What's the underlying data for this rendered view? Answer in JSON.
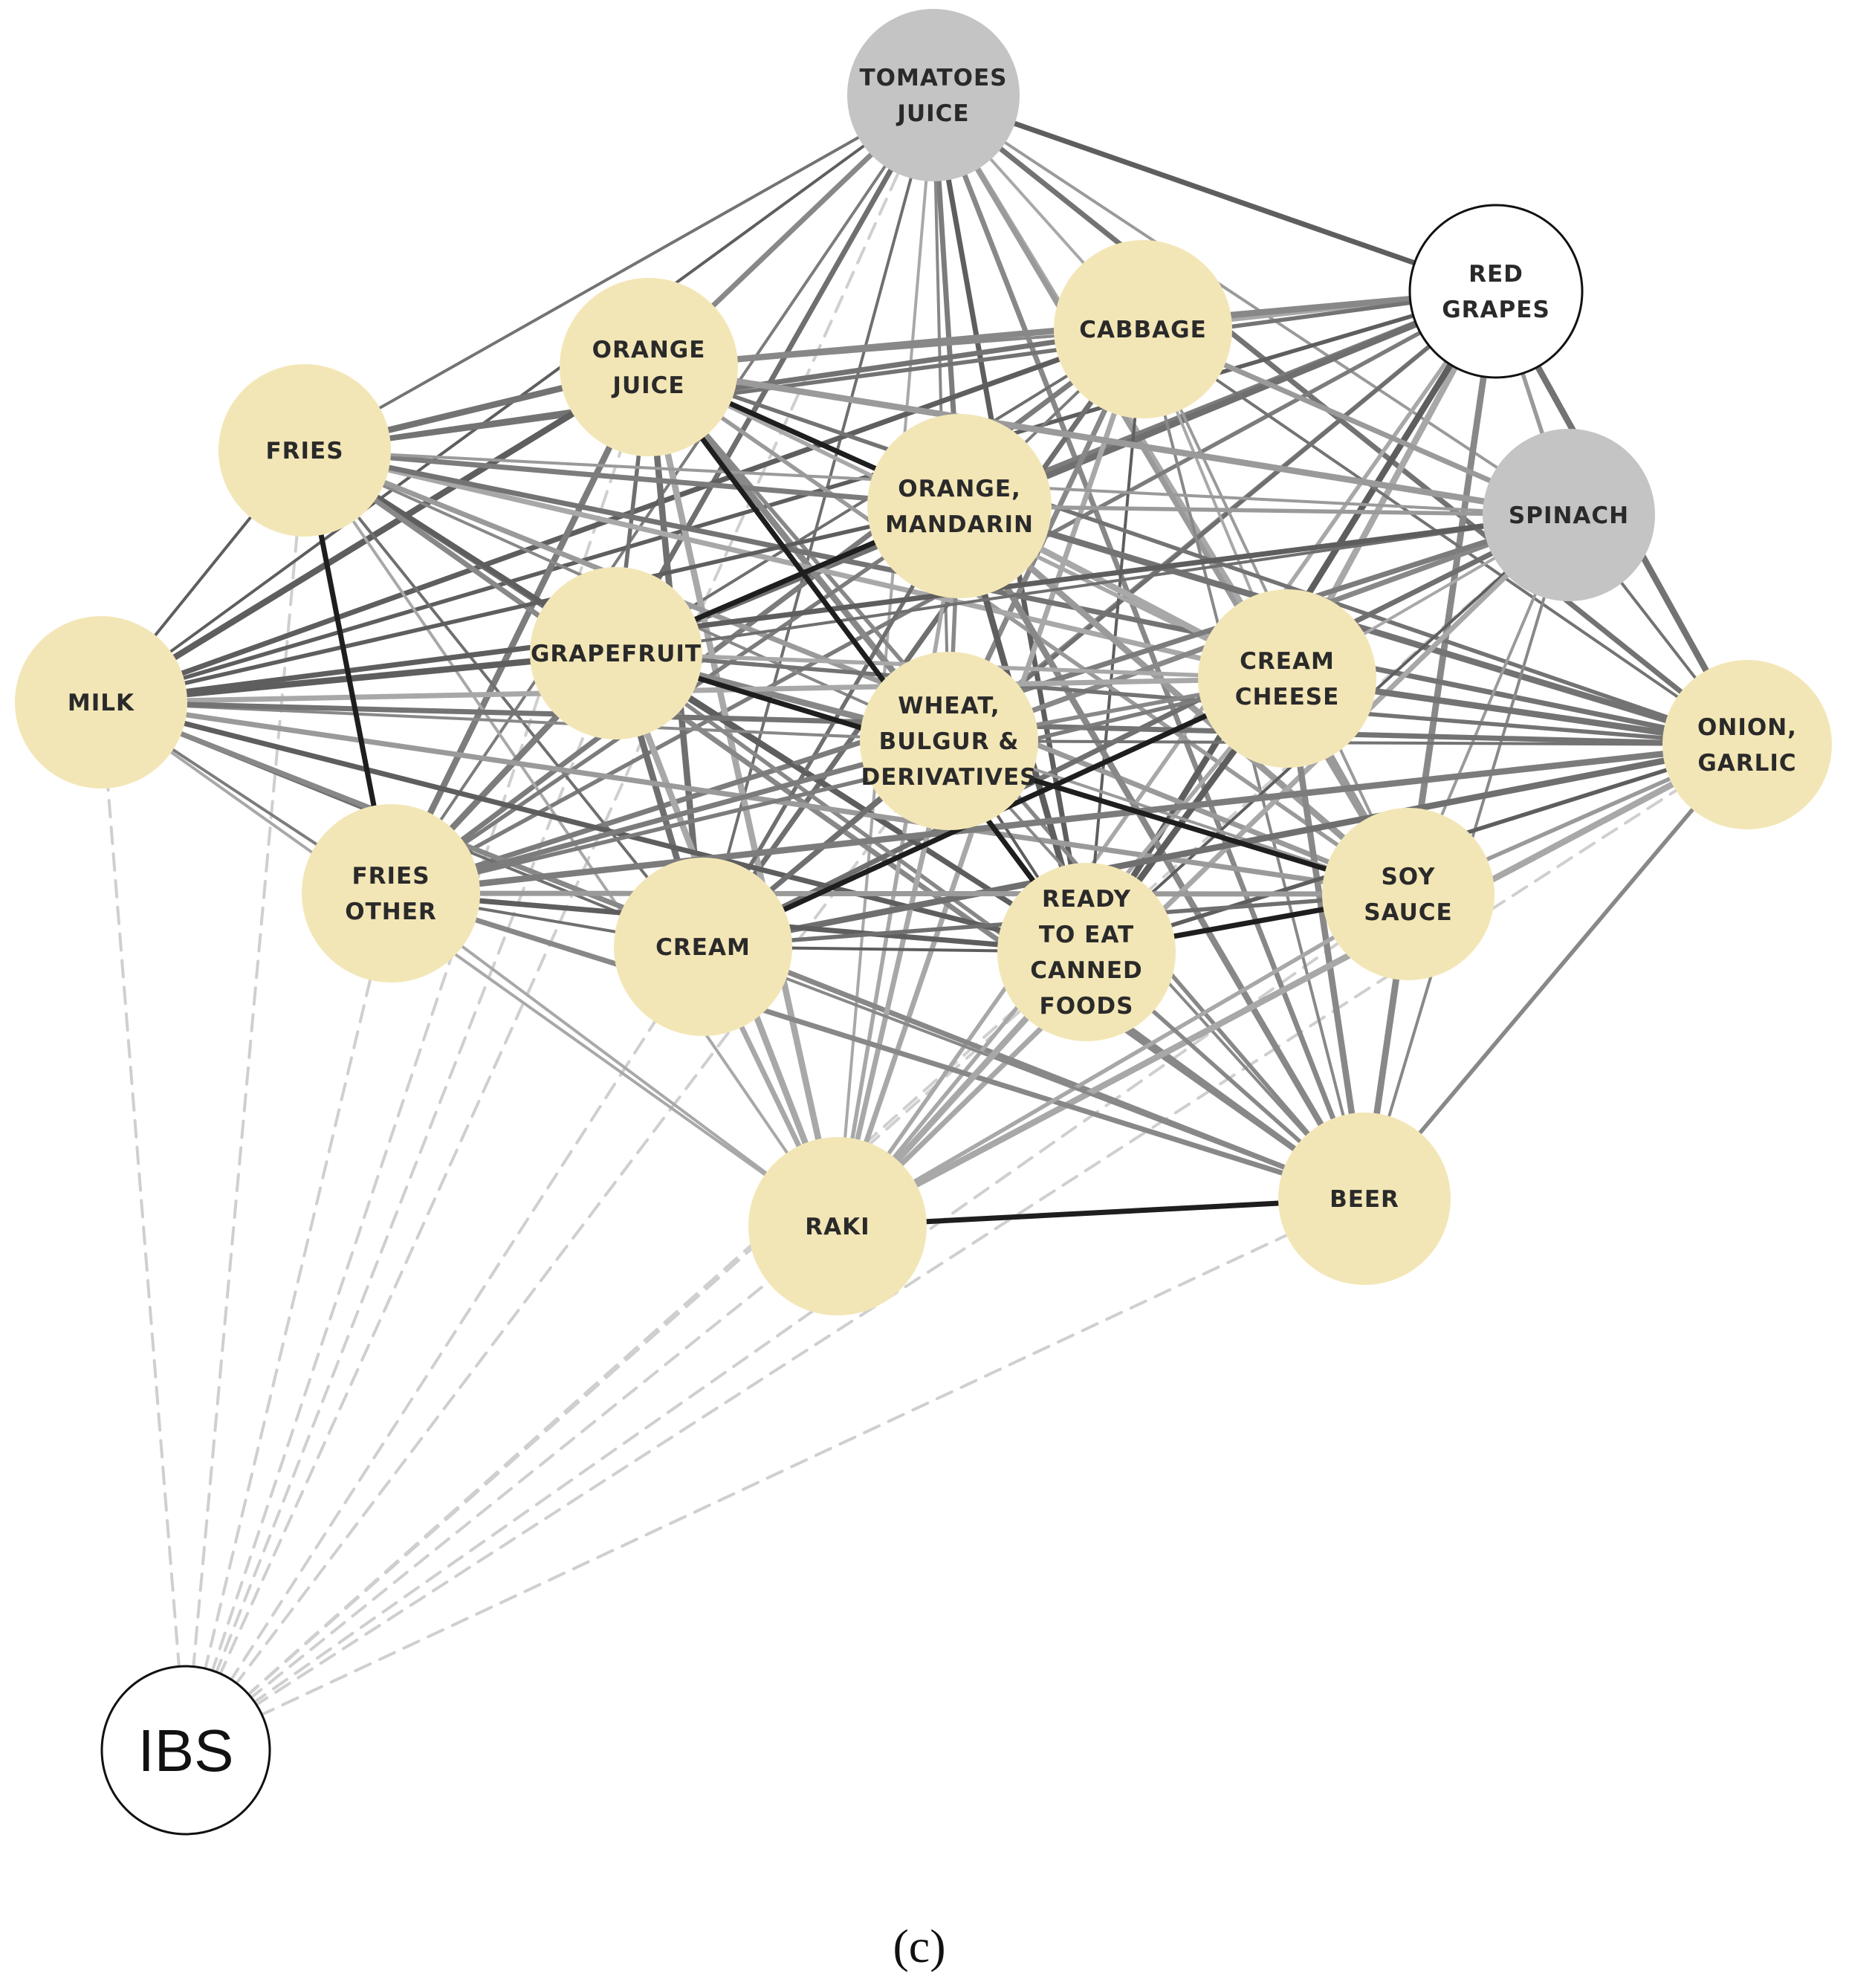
{
  "palette": {
    "food_node": "#f3e6b6",
    "gray_node": "#c4c4c4",
    "white_node": "#ffffff",
    "node_border": "#111111",
    "ibs_edge": "#cfcfcf"
  },
  "caption": "(c)",
  "target_node": {
    "id": "ibs",
    "label": "IBS"
  },
  "nodes": [
    {
      "id": "tomatoes_juice",
      "lines": [
        "TOMATOES",
        "JUICE"
      ],
      "fill": "gray"
    },
    {
      "id": "red_grapes",
      "lines": [
        "RED",
        "GRAPES"
      ],
      "fill": "white"
    },
    {
      "id": "cabbage",
      "lines": [
        "CABBAGE"
      ],
      "fill": "food"
    },
    {
      "id": "orange_juice",
      "lines": [
        "ORANGE",
        "JUICE"
      ],
      "fill": "food"
    },
    {
      "id": "fries",
      "lines": [
        "FRIES"
      ],
      "fill": "food"
    },
    {
      "id": "orange_mandarin",
      "lines": [
        "ORANGE,",
        "MANDARIN"
      ],
      "fill": "food"
    },
    {
      "id": "spinach",
      "lines": [
        "SPINACH"
      ],
      "fill": "gray"
    },
    {
      "id": "grapefruit",
      "lines": [
        "GRAPEFRUIT"
      ],
      "fill": "food"
    },
    {
      "id": "milk",
      "lines": [
        "MILK"
      ],
      "fill": "food"
    },
    {
      "id": "cream_cheese",
      "lines": [
        "CREAM",
        "CHEESE"
      ],
      "fill": "food"
    },
    {
      "id": "wheat",
      "lines": [
        "WHEAT,",
        "BULGUR &",
        "DERIVATIVES"
      ],
      "fill": "food"
    },
    {
      "id": "onion_garlic",
      "lines": [
        "ONION,",
        "GARLIC"
      ],
      "fill": "food"
    },
    {
      "id": "fries_other",
      "lines": [
        "FRIES",
        "OTHER"
      ],
      "fill": "food"
    },
    {
      "id": "soy_sauce",
      "lines": [
        "SOY",
        "SAUCE"
      ],
      "fill": "food"
    },
    {
      "id": "cream",
      "lines": [
        "CREAM"
      ],
      "fill": "food"
    },
    {
      "id": "ready_canned",
      "lines": [
        "READY",
        "TO EAT",
        "CANNED",
        "FOODS"
      ],
      "fill": "food"
    },
    {
      "id": "raki",
      "lines": [
        "RAKI"
      ],
      "fill": "food"
    },
    {
      "id": "beer",
      "lines": [
        "BEER"
      ],
      "fill": "food"
    }
  ],
  "strong_edges": [
    [
      "fries",
      "fries_other"
    ],
    [
      "raki",
      "beer"
    ],
    [
      "cream",
      "cream_cheese"
    ],
    [
      "ready_canned",
      "soy_sauce"
    ],
    [
      "grapefruit",
      "orange_mandarin"
    ],
    [
      "orange_juice",
      "orange_mandarin"
    ],
    [
      "grapefruit",
      "soy_sauce"
    ],
    [
      "orange_juice",
      "ready_canned"
    ]
  ],
  "ibs_edges": [
    "milk",
    "fries",
    "fries_other",
    "grapefruit",
    "cream",
    "wheat",
    "ready_canned",
    "raki",
    "soy_sauce",
    "beer",
    "onion_garlic",
    "orange_juice",
    "tomatoes_juice",
    "spinach"
  ]
}
